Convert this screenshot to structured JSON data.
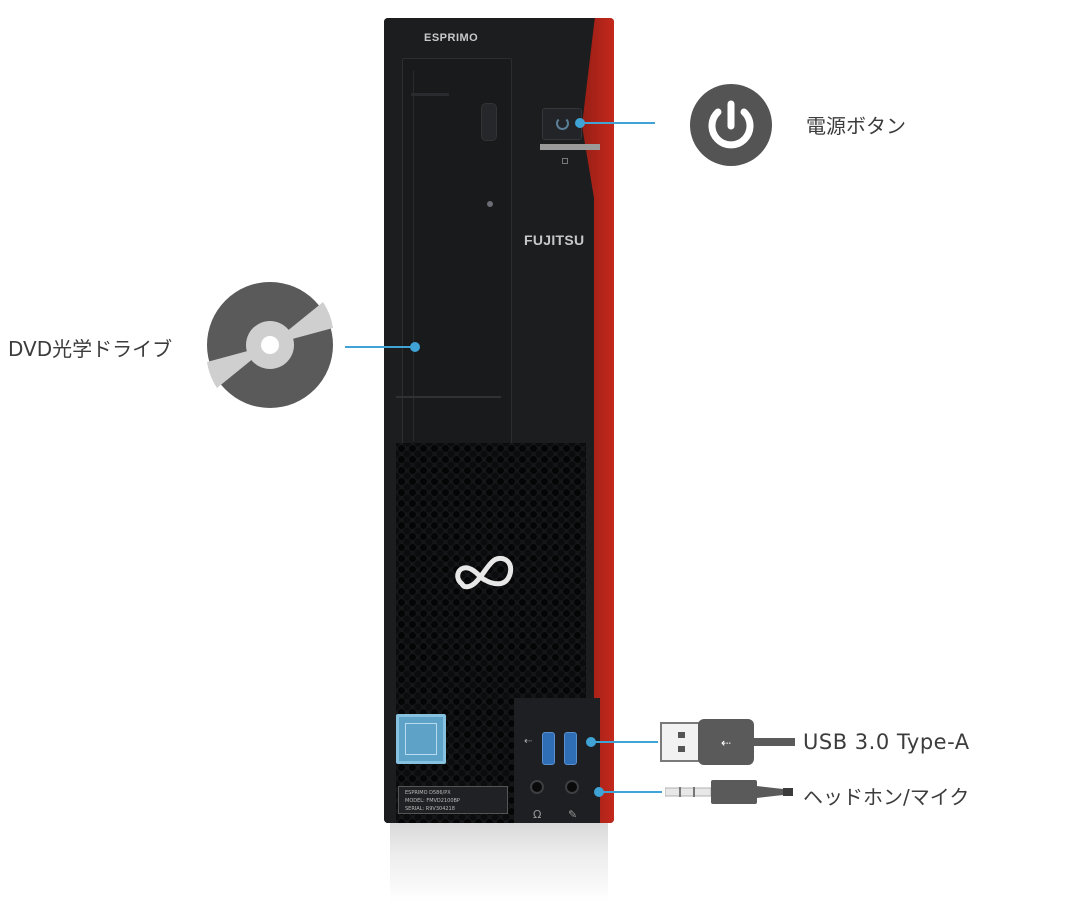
{
  "product": {
    "series_label": "ESPRIMO",
    "brand_label": "FUJITSU",
    "model_sticker_lines": [
      "ESPRIMO D586/PX",
      "MODEL:  FMVD2100BP",
      "SERIAL:  R9V304218"
    ]
  },
  "callouts": [
    {
      "id": "power",
      "label": "電源ボタン",
      "icon": "power-icon"
    },
    {
      "id": "dvd",
      "label": "DVD光学ドライブ",
      "icon": "disc-icon"
    },
    {
      "id": "usb",
      "label": "USB 3.0 Type-A",
      "icon": "usb-plug-icon"
    },
    {
      "id": "audio",
      "label": "ヘッドホン/マイク",
      "icon": "audio-plug-icon"
    }
  ],
  "colors": {
    "accent_line": "#3fa3d6",
    "chassis": "#1c1d1f",
    "chassis_red": "#c4281c",
    "icon_gray": "#545454",
    "usb_port_blue": "#2f6db5"
  },
  "port_glyphs": {
    "usb": "⭠",
    "headphone": "Ω",
    "mic": "✎"
  }
}
